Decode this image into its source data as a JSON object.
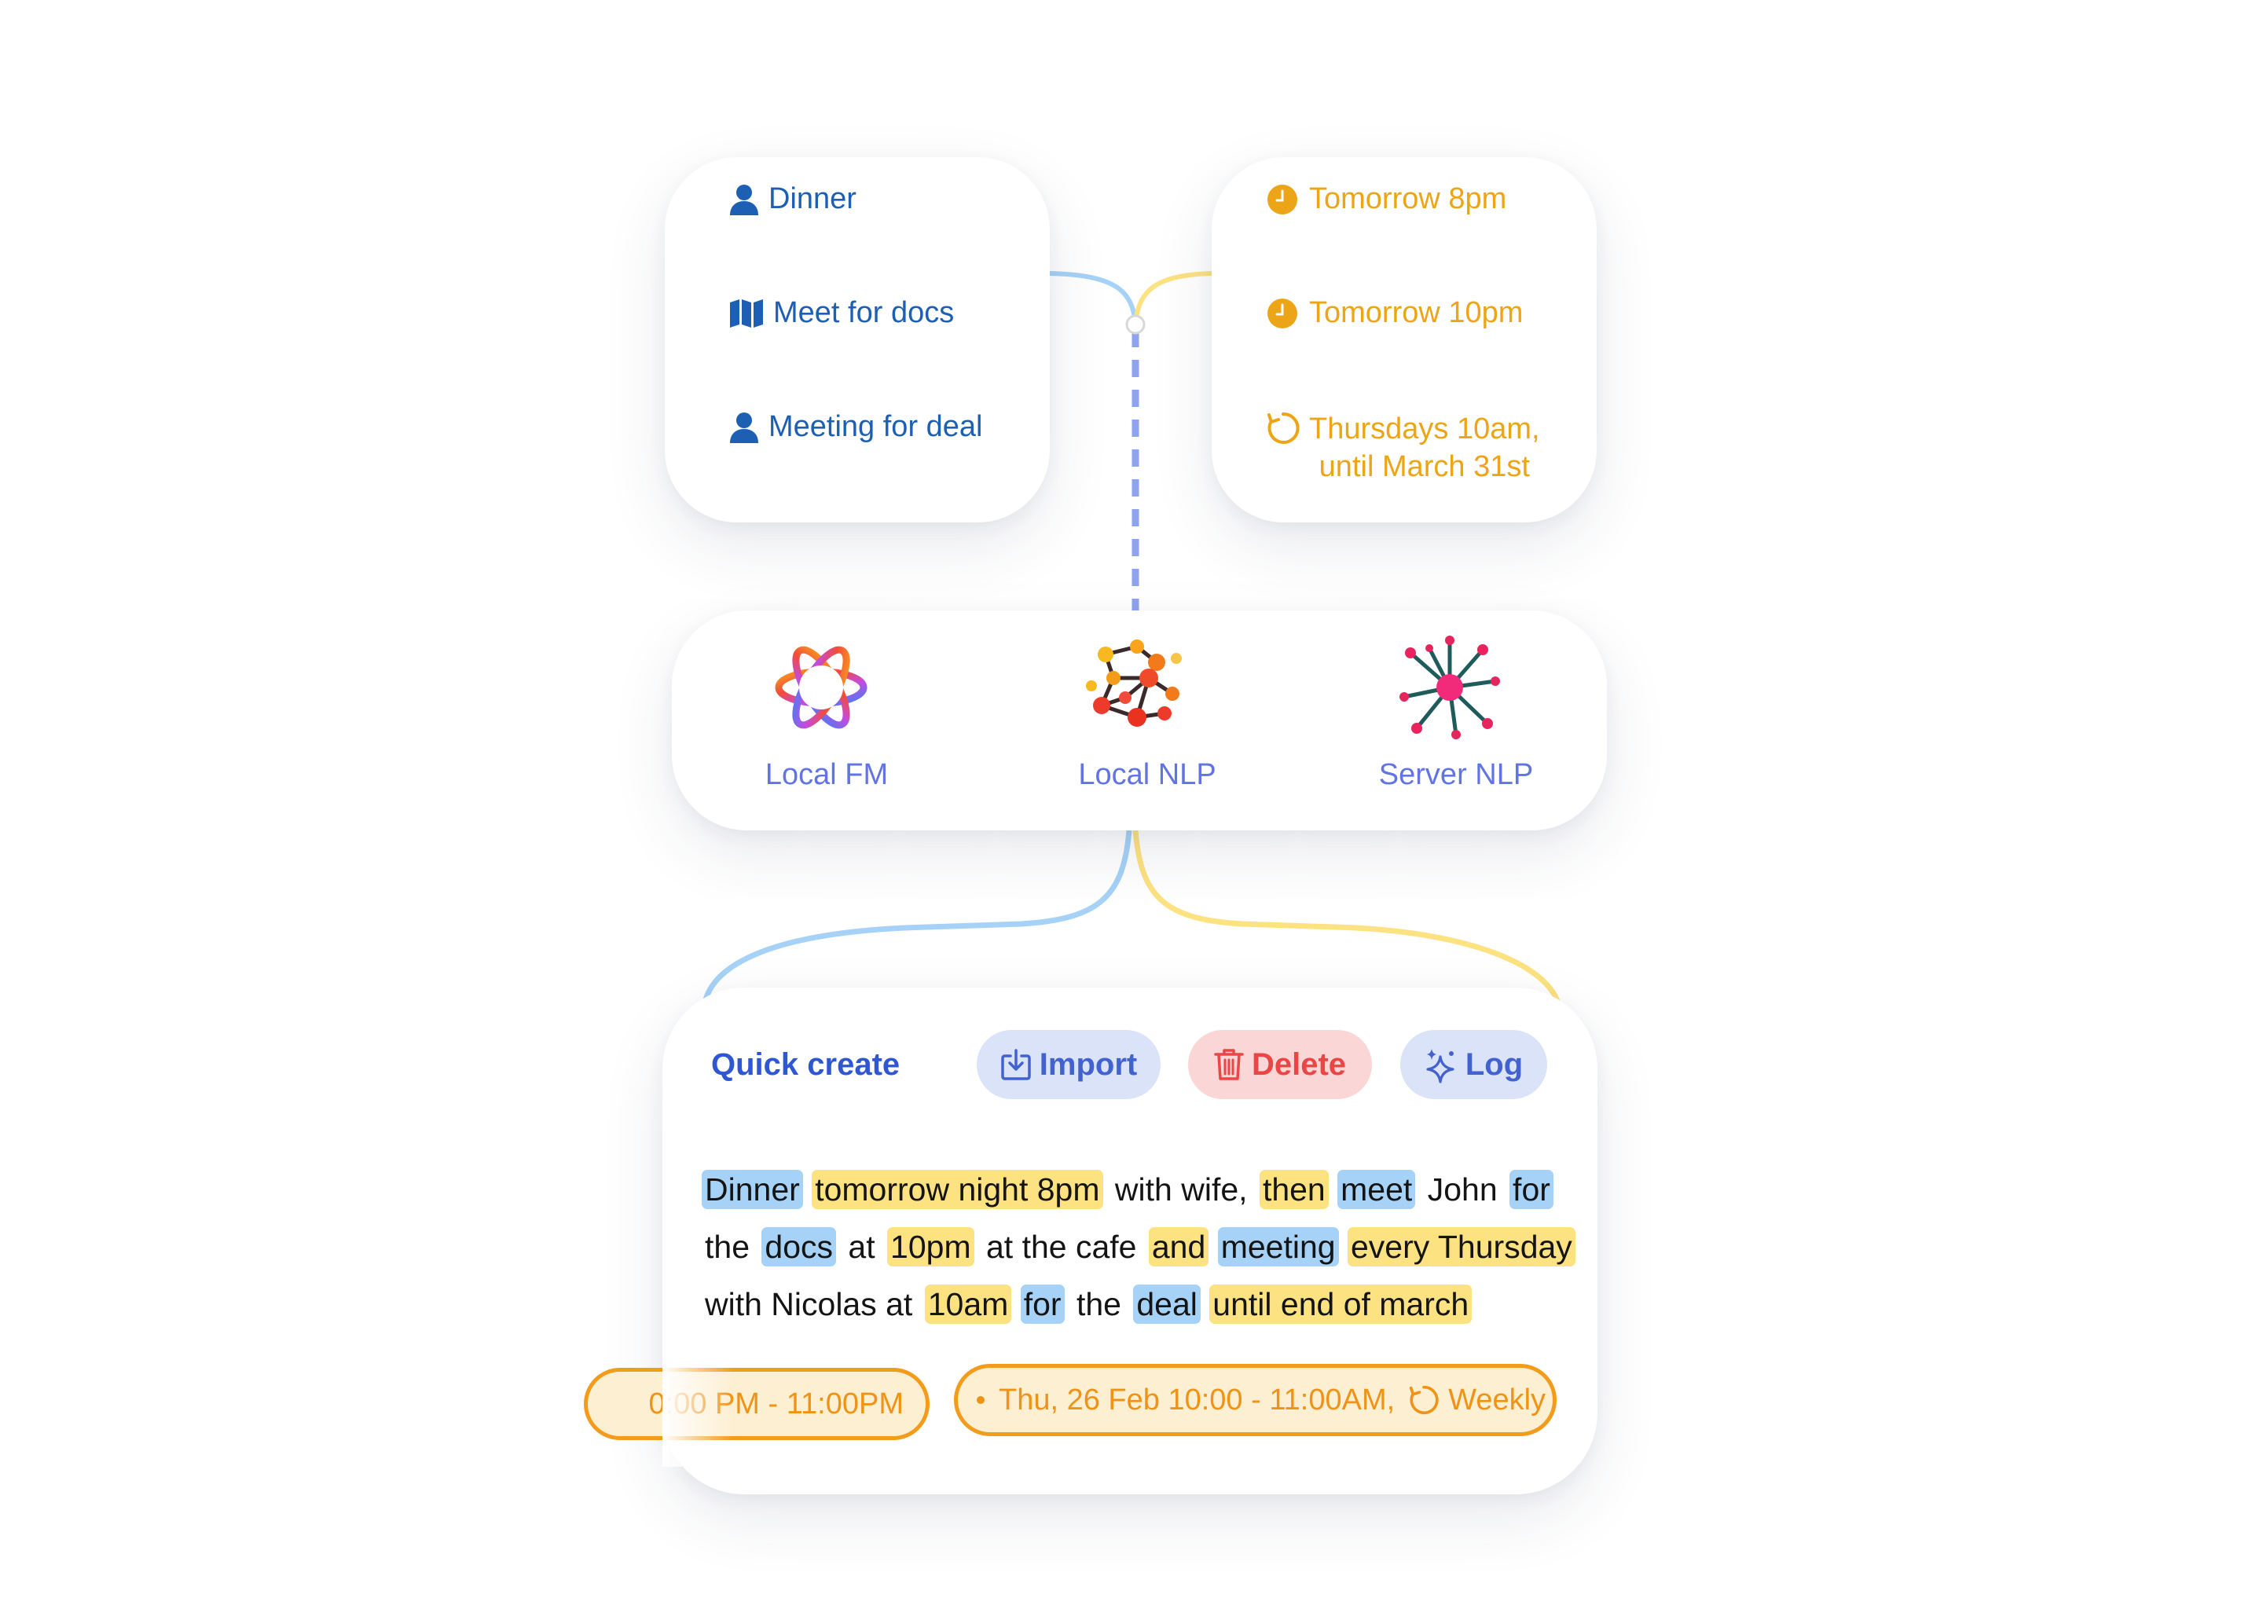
{
  "entities": {
    "items": [
      {
        "label": "Dinner",
        "icon": "person-icon"
      },
      {
        "label": "Meet for docs",
        "icon": "map-icon"
      },
      {
        "label": "Meeting for deal",
        "icon": "person-icon"
      }
    ],
    "color": "#1c5fb3"
  },
  "times": {
    "items": [
      {
        "label": "Tomorrow 8pm",
        "icon": "clock-icon"
      },
      {
        "label": "Tomorrow 10pm",
        "icon": "clock-icon"
      },
      {
        "label_line1": "Thursdays 10am,",
        "label_line2": "until March 31st",
        "icon": "repeat-icon"
      }
    ],
    "color": "#eba516"
  },
  "engines": {
    "items": [
      {
        "label": "Local FM",
        "icon": "apple-intelligence-icon"
      },
      {
        "label": "Local NLP",
        "icon": "network-graph-icon"
      },
      {
        "label": "Server NLP",
        "icon": "hub-spoke-icon"
      }
    ],
    "label_color": "#6274e2"
  },
  "quick_create": {
    "title": "Quick create",
    "import_label": "Import",
    "delete_label": "Delete",
    "log_label": "Log",
    "tokens": [
      {
        "text": "Dinner",
        "hl": "b"
      },
      {
        "text": "tomorrow night 8pm",
        "hl": "y"
      },
      {
        "text": "with wife,",
        "hl": ""
      },
      {
        "text": "then",
        "hl": "y"
      },
      {
        "text": "meet",
        "hl": "b"
      },
      {
        "text": "John",
        "hl": ""
      },
      {
        "text": "for",
        "hl": "b"
      },
      {
        "text": "the",
        "hl": ""
      },
      {
        "text": "docs",
        "hl": "b"
      },
      {
        "text": "at",
        "hl": ""
      },
      {
        "text": "10pm",
        "hl": "y"
      },
      {
        "text": "at the cafe",
        "hl": ""
      },
      {
        "text": "and",
        "hl": "y"
      },
      {
        "text": "meeting",
        "hl": "b"
      },
      {
        "text": "every Thursday",
        "hl": "y"
      },
      {
        "text": "with Nicolas at",
        "hl": ""
      },
      {
        "text": "10am",
        "hl": "y"
      },
      {
        "text": "for",
        "hl": "b"
      },
      {
        "text": "the",
        "hl": ""
      },
      {
        "text": "deal",
        "hl": "b"
      },
      {
        "text": "until end of march",
        "hl": "y"
      }
    ],
    "events": [
      {
        "text": "0:00 PM - 11:00PM"
      },
      {
        "text": "Thu, 26 Feb 10:00 - 11:00AM,",
        "repeat_label": "Weekly"
      }
    ]
  },
  "colors": {
    "entity_blue": "#1c5fb3",
    "time_amber": "#eba516",
    "connector_blue": "#a6d2f7",
    "connector_yellow": "#fde282",
    "dashed_connector": "#8ea2ee",
    "event_orange": "#f39b1a"
  }
}
